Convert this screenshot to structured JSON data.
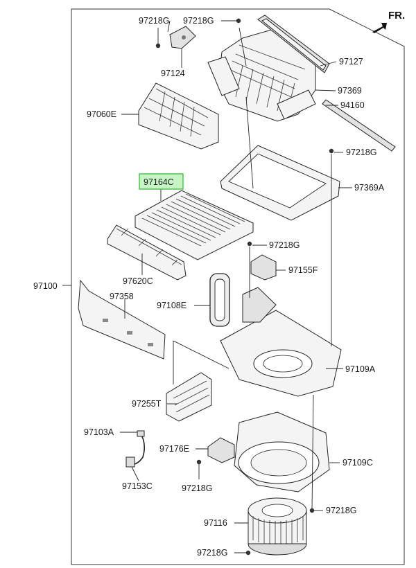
{
  "direction_label": "FR.",
  "highlighted_part": "97164C",
  "assembly_label": "97100",
  "parts": {
    "p97218G_a": "97218G",
    "p97218G_b": "97218G",
    "p97124": "97124",
    "p97127": "97127",
    "p97369": "97369",
    "p94160": "94160",
    "p97060E": "97060E",
    "p97218G_c": "97218G",
    "p97164C": "97164C",
    "p97369A": "97369A",
    "p97218G_d": "97218G",
    "p97155F": "97155F",
    "p97620C": "97620C",
    "p97358": "97358",
    "p97108E": "97108E",
    "p97109A": "97109A",
    "p97255T": "97255T",
    "p97103A": "97103A",
    "p97176E": "97176E",
    "p97109C": "97109C",
    "p97153C": "97153C",
    "p97218G_e": "97218G",
    "p97218G_f": "97218G",
    "p97116": "97116",
    "p97218G_g": "97218G"
  }
}
